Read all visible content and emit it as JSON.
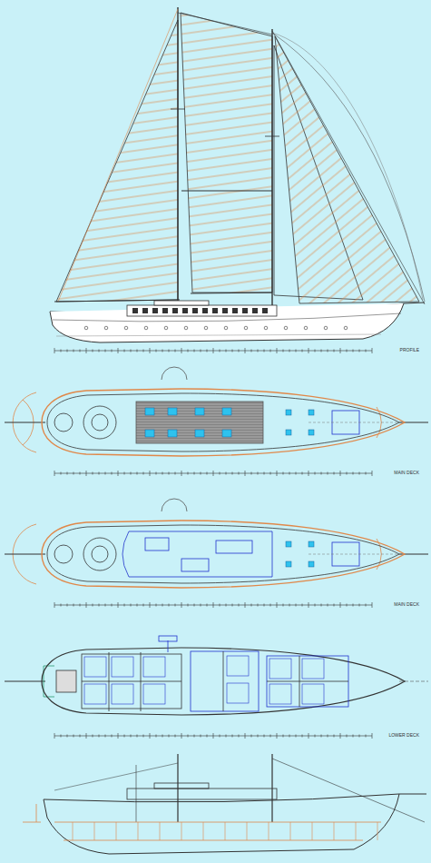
{
  "diagram": {
    "labels": [
      "PROFILE",
      "MAIN DECK",
      "MAIN DECK",
      "LOWER DECK"
    ]
  }
}
